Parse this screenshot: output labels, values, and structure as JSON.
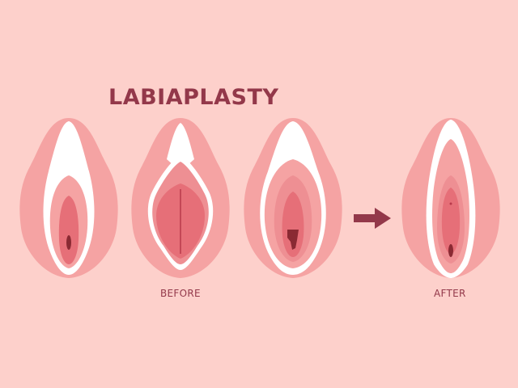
{
  "title": "LABIAPLASTY",
  "labels": {
    "before": "BEFORE",
    "after": "AFTER"
  },
  "colors": {
    "background": "#fdd0cb",
    "outer": "#f5a3a3",
    "white": "#ffffff",
    "inner": "#ee8f93",
    "core": "#e66f78",
    "dark": "#8a2a33",
    "title": "#93384a",
    "arrow": "#93384a"
  },
  "figures": [
    {
      "id": "before-1",
      "group": "before"
    },
    {
      "id": "before-2",
      "group": "before"
    },
    {
      "id": "before-3",
      "group": "before"
    },
    {
      "id": "after-1",
      "group": "after"
    }
  ],
  "arrow": {
    "direction": "right"
  }
}
